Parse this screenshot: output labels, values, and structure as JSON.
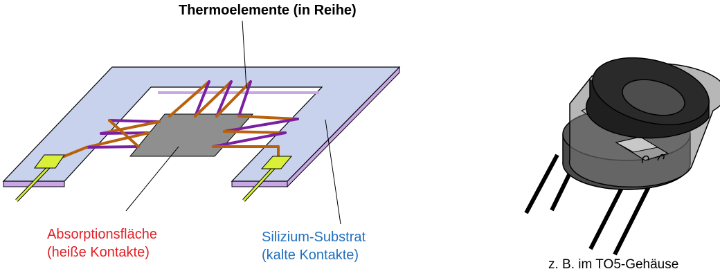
{
  "labels": {
    "thermoelements": "Thermoelemente (in Reihe)",
    "absorption_line1": "Absorptionsfläche",
    "absorption_line2": "(heiße Kontakte)",
    "substrate_line1": "Silizium-Substrat",
    "substrate_line2": "(kalte Kontakte)",
    "package_caption": "z. B. im TO5-Gehäuse"
  },
  "colors": {
    "substrate_top": "#c8d2ec",
    "substrate_side": "#c9a6e6",
    "absorber": "#8f8f8f",
    "thermo_wire_a": "#7a1fa2",
    "thermo_wire_b": "#b8610d",
    "contact_pad": "#d9ef3a",
    "absorption_text": "#e31e24",
    "substrate_text": "#1f6fbf",
    "package_dark": "#2a2a2a",
    "package_body": "#7b7b7b"
  }
}
